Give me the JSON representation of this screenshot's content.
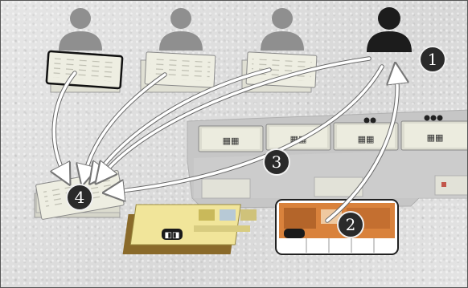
{
  "scene": {
    "players": [
      {
        "id": "player-1",
        "active": false,
        "color": "#8f8f8f"
      },
      {
        "id": "player-2",
        "active": false,
        "color": "#8f8f8f"
      },
      {
        "id": "player-3",
        "active": false,
        "color": "#8f8f8f"
      },
      {
        "id": "player-4",
        "active": true,
        "color": "#1c1c1c"
      }
    ],
    "step_badges": [
      "1",
      "2",
      "3",
      "4"
    ],
    "colors": {
      "board": "#c9c9c9",
      "card": "#eeeee2",
      "yellow_card": "#f1e59a",
      "orange_card": "#d9823c",
      "arrow": "#ffffff",
      "badge": "#2a2a2a"
    }
  }
}
